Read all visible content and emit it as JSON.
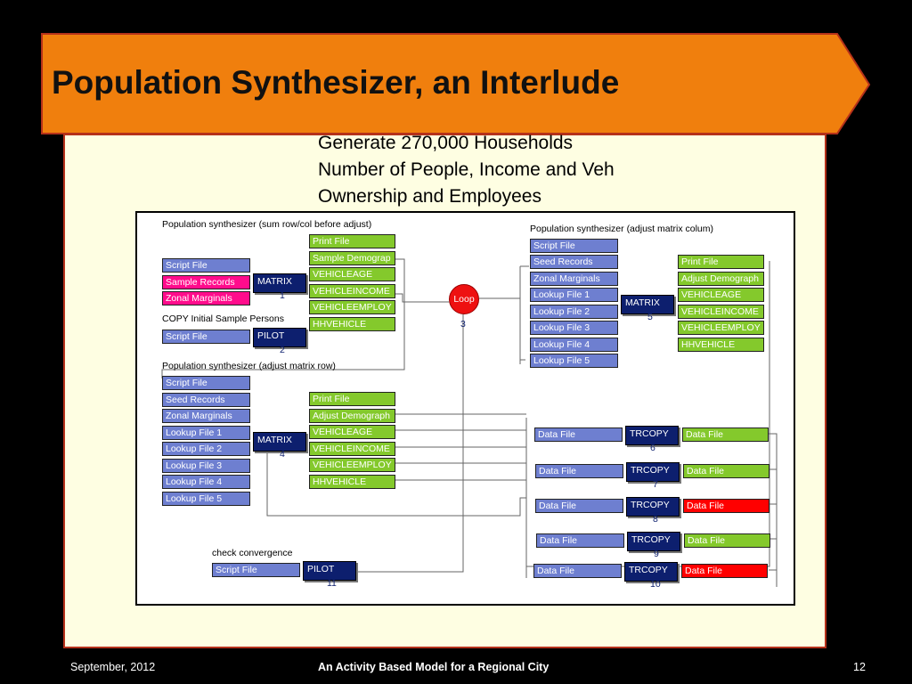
{
  "slide": {
    "title": "Population Synthesizer, an Interlude",
    "subtitle": "Generate 270,000 Households\nNumber of People, Income and Veh\nOwnership and Employees",
    "footer_left": "September, 2012",
    "footer_center": "An Activity Based Model for a Regional City",
    "footer_right": "12"
  },
  "colors": {
    "title_banner": "#f07f0d",
    "panel": "#fefee2",
    "file_blue": "#6e7fd0",
    "file_pink": "#ff0c8c",
    "file_green": "#84c92c",
    "file_red": "#ff0000",
    "module_navy": "#0d1f6e"
  },
  "diagram": {
    "group1": {
      "heading": "Population synthesizer (sum row/col before adjust)",
      "inputs": [
        "Script File",
        "Sample Records",
        "Zonal Marginals"
      ],
      "module": "MATRIX",
      "module_num": "1",
      "outputs": [
        "Print File",
        "Sample Demograp",
        "VEHICLEAGE",
        "VEHICLEINCOME",
        "VEHICLEEMPLOY",
        "HHVEHICLE"
      ]
    },
    "group2": {
      "heading": "COPY Initial Sample Persons",
      "inputs": [
        "Script File"
      ],
      "module": "PILOT",
      "module_num": "2"
    },
    "loop": {
      "label": "Loop",
      "num": "3"
    },
    "group4": {
      "heading": "Population synthesizer (adjust matrix row)",
      "inputs": [
        "Script File",
        "Seed Records",
        "Zonal Marginals",
        "Lookup File 1",
        "Lookup File 2",
        "Lookup File 3",
        "Lookup File 4",
        "Lookup File 5"
      ],
      "module": "MATRIX",
      "module_num": "4",
      "outputs": [
        "Print File",
        "Adjust Demograph",
        "VEHICLEAGE",
        "VEHICLEINCOME",
        "VEHICLEEMPLOY",
        "HHVEHICLE"
      ]
    },
    "group5": {
      "heading": "Population synthesizer (adjust matrix colum)",
      "inputs": [
        "Script File",
        "Seed Records",
        "Zonal Marginals",
        "Lookup File 1",
        "Lookup File 2",
        "Lookup File 3",
        "Lookup File 4",
        "Lookup File 5"
      ],
      "module": "MATRIX",
      "module_num": "5",
      "outputs": [
        "Print File",
        "Adjust Demograph",
        "VEHICLEAGE",
        "VEHICLEINCOME",
        "VEHICLEEMPLOY",
        "HHVEHICLE"
      ]
    },
    "trcopy": [
      {
        "in": "Data File",
        "module": "TRCOPY",
        "num": "6",
        "out": "Data File",
        "out_color": "green"
      },
      {
        "in": "Data File",
        "module": "TRCOPY",
        "num": "7",
        "out": "Data File",
        "out_color": "green"
      },
      {
        "in": "Data File",
        "module": "TRCOPY",
        "num": "8",
        "out": "Data File",
        "out_color": "red"
      },
      {
        "in": "Data File",
        "module": "TRCOPY",
        "num": "9",
        "out": "Data File",
        "out_color": "green"
      },
      {
        "in": "Data File",
        "module": "TRCOPY",
        "num": "10",
        "out": "Data File",
        "out_color": "red"
      }
    ],
    "group11": {
      "heading": "check convergence",
      "inputs": [
        "Script File"
      ],
      "module": "PILOT",
      "module_num": "11"
    }
  }
}
